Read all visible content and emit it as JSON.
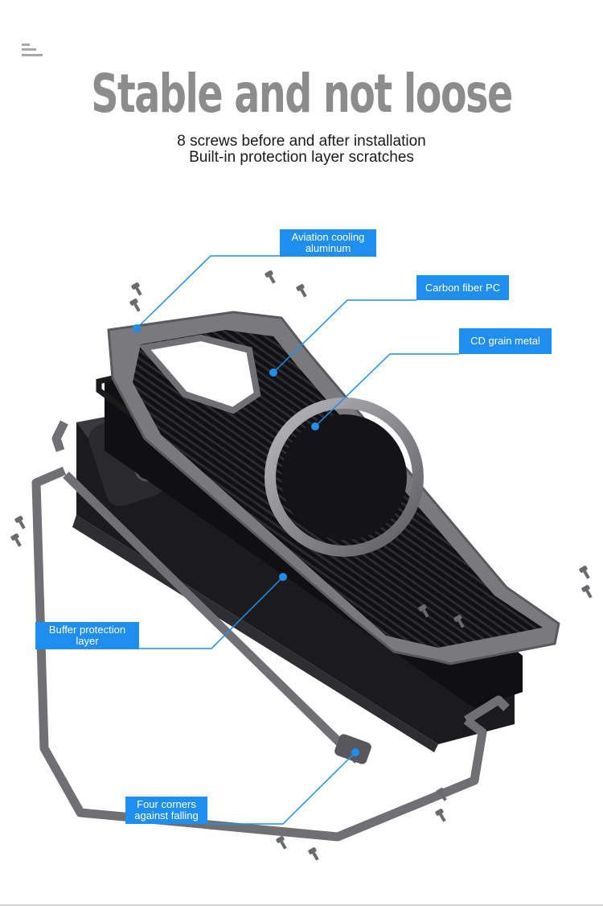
{
  "header": {
    "title": "Stable and not loose",
    "subtitle_line1": "8 screws before and after installation",
    "subtitle_line2": "Built-in protection layer scratches"
  },
  "callouts": {
    "aviation": "Aviation cooling aluminum",
    "carbon": "Carbon fiber PC",
    "cd_grain": "CD grain metal",
    "buffer": "Buffer protection layer",
    "corners": "Four corners against falling"
  },
  "colors": {
    "accent": "#1e8fee",
    "title": "#8c8c8c",
    "frame": "#6e6e72",
    "phone": "#1b1b1d"
  },
  "icons": [
    "menu-icon",
    "screw-icon"
  ]
}
